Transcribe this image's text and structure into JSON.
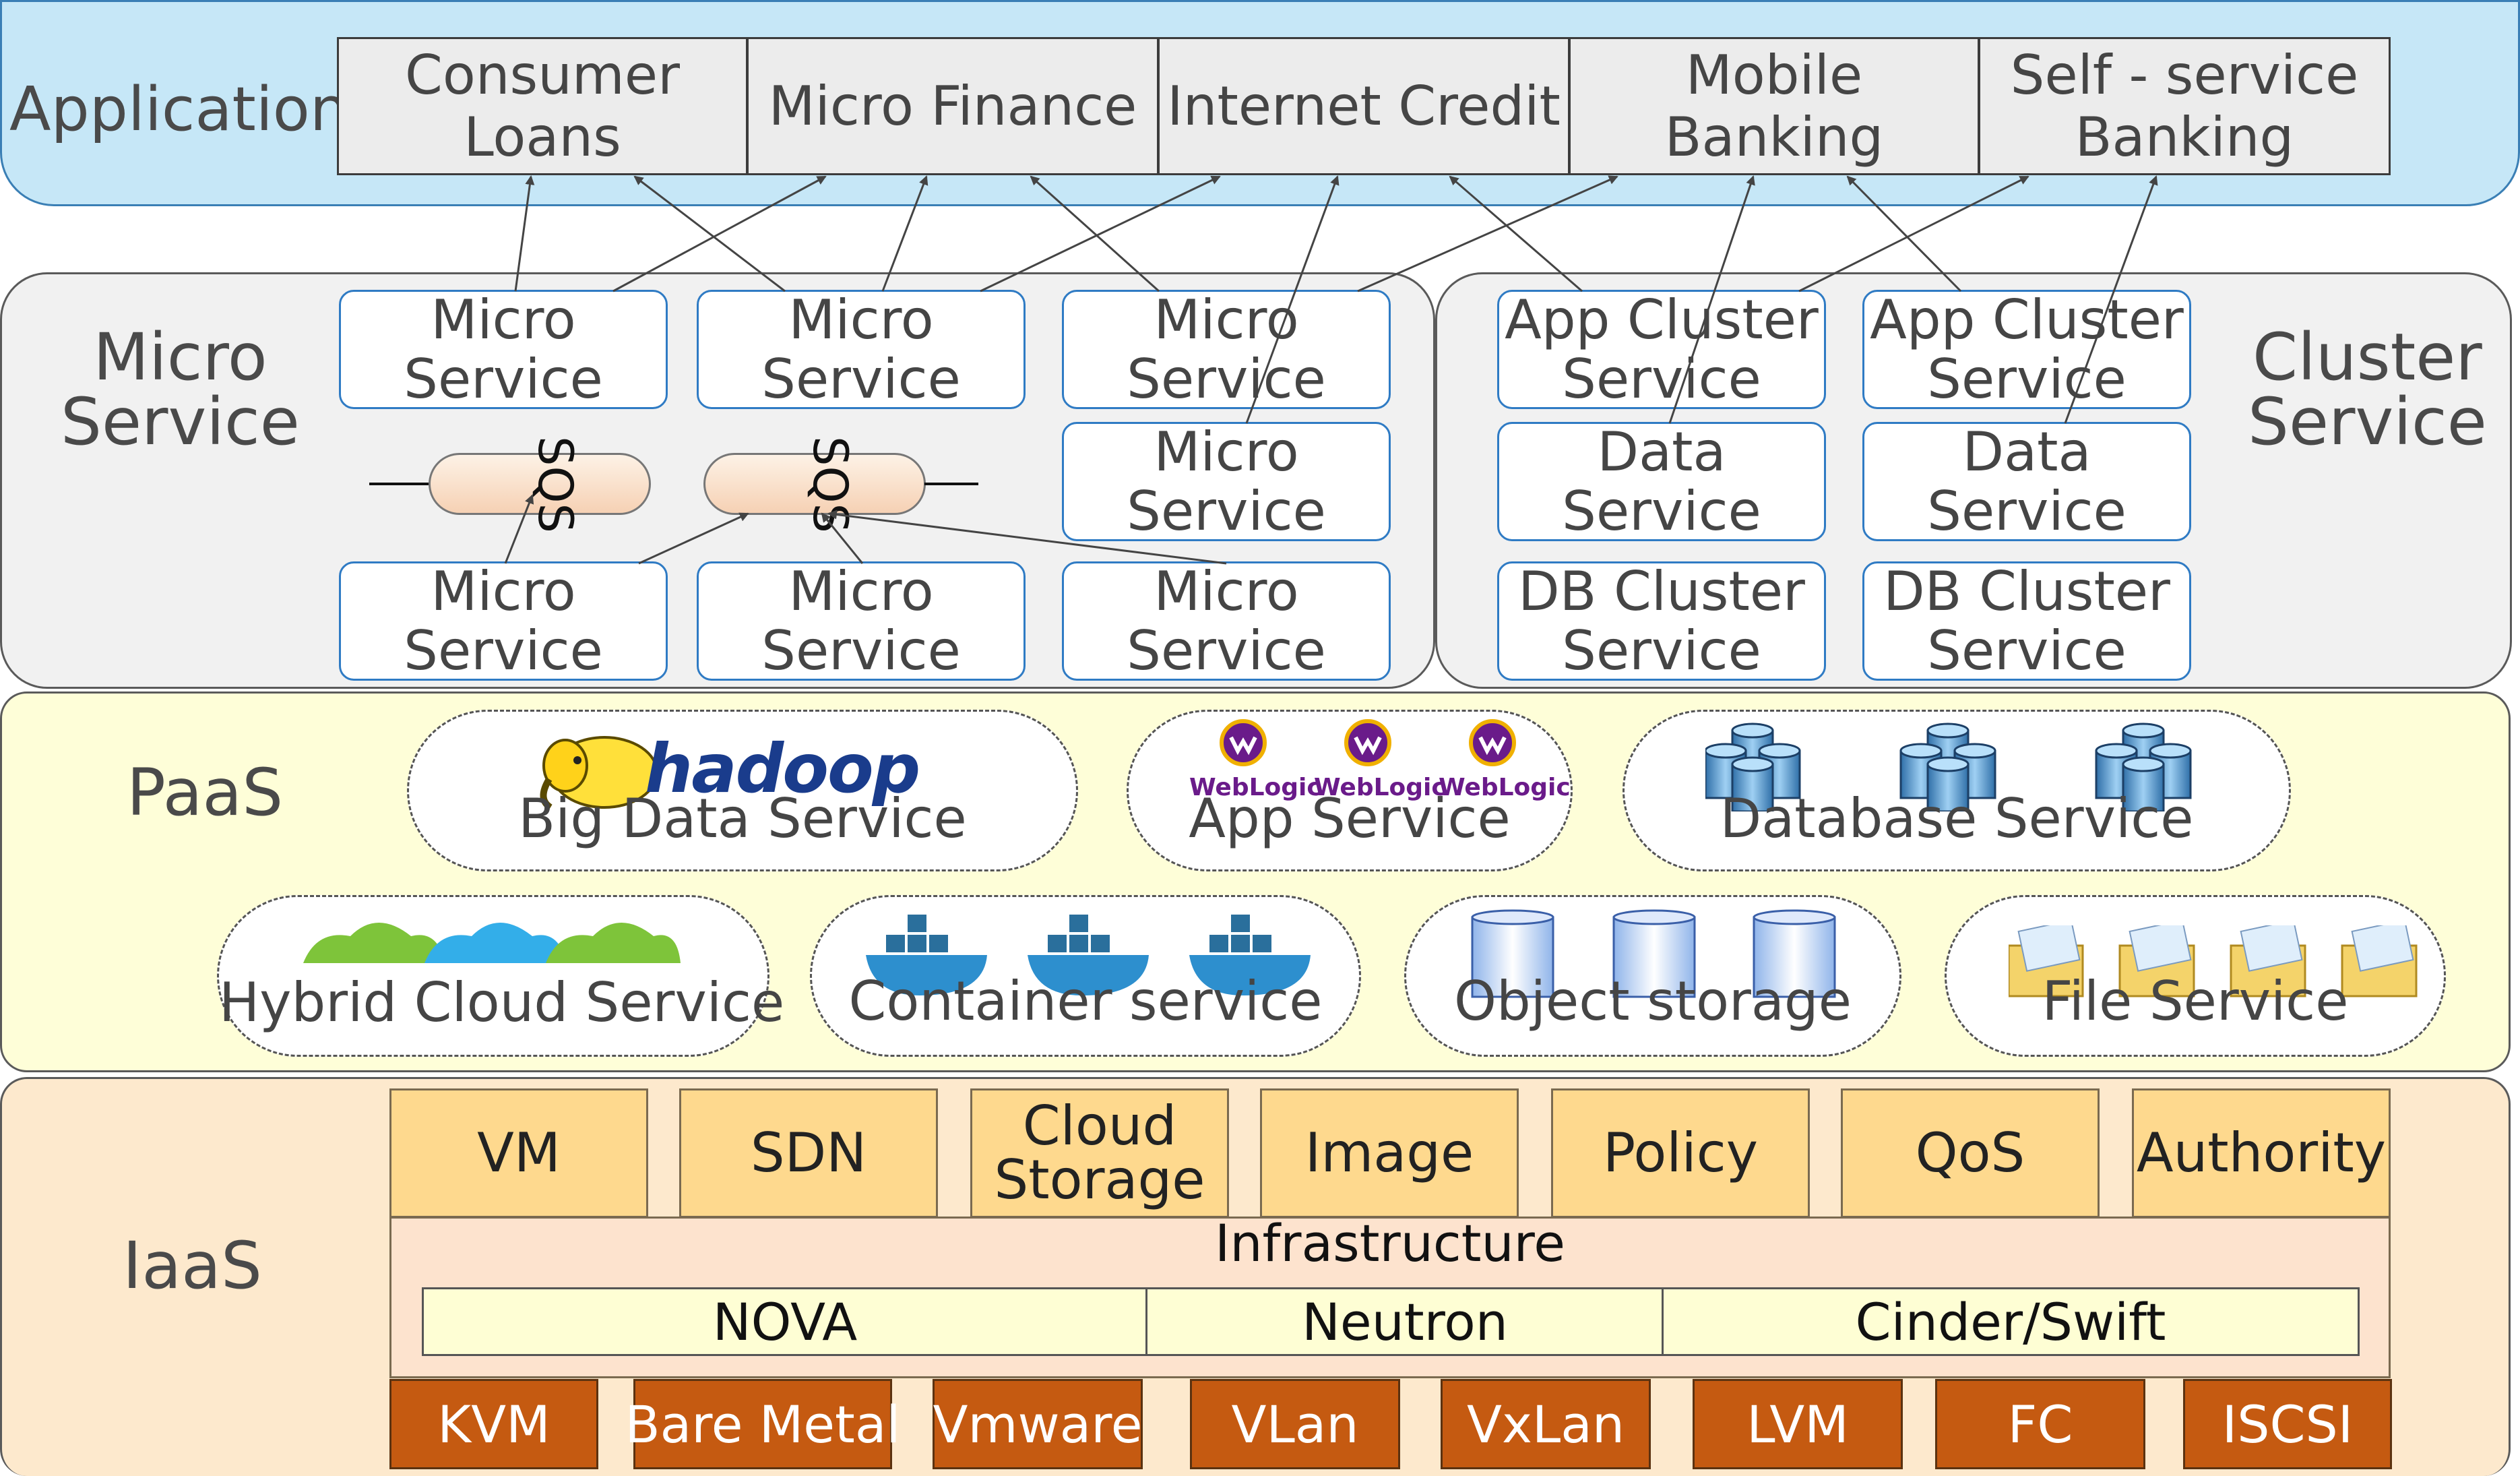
{
  "application": {
    "label": "Application",
    "boxes": [
      "Consumer Loans",
      "Micro Finance",
      "Internet Credit",
      "Mobile Banking",
      "Self - service\nBanking"
    ]
  },
  "micro_service": {
    "label": "Micro\nService",
    "service_label": "Micro\nService",
    "queue_label": "SQS"
  },
  "cluster_service": {
    "label": "Cluster\nService",
    "app_cluster": "App Cluster\nService",
    "data": "Data\nService",
    "db_cluster": "DB Cluster\nService"
  },
  "paas": {
    "label": "PaaS",
    "services": {
      "big_data": "Big Data Service",
      "app": "App Service",
      "database": "Database Service",
      "hybrid_cloud": "Hybrid Cloud Service",
      "container": "Container service",
      "object_storage": "Object storage",
      "file": "File Service"
    },
    "hadoop_logo": "hadoop",
    "weblogic_logo": "WebLogic"
  },
  "iaas": {
    "label": "IaaS",
    "top_boxes": [
      "VM",
      "SDN",
      "Cloud\nStorage",
      "Image",
      "Policy",
      "QoS",
      "Authority"
    ],
    "infrastructure": "Infrastructure",
    "openstack": [
      "NOVA",
      "Neutron",
      "Cinder/Swift"
    ],
    "bottom_boxes": [
      "KVM",
      "Bare Metal",
      "Vmware",
      "VLan",
      "VxLan",
      "LVM",
      "FC",
      "ISCSI"
    ]
  },
  "colors": {
    "app_layer": "#c6e7f7",
    "paas_layer": "#fefed8",
    "iaas_layer": "#fde9cd",
    "service_border": "#2f7bc4",
    "iaas_top": "#fed98e",
    "iaas_bottom": "#c55a11"
  }
}
